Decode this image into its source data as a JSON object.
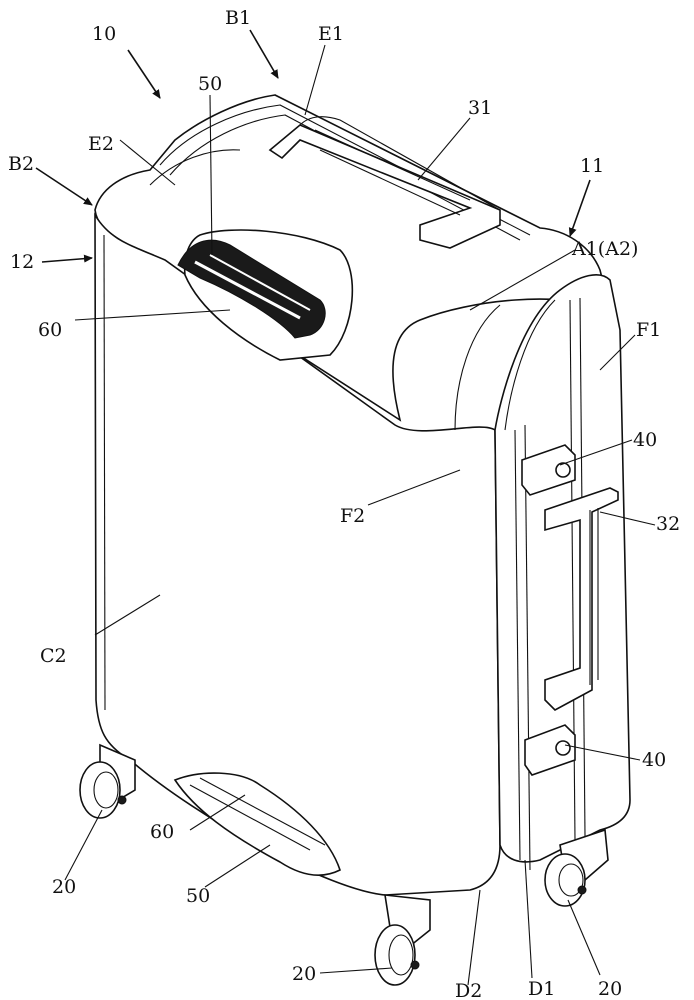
{
  "labels": {
    "l10": "10",
    "lB1": "B1",
    "lE1": "E1",
    "l50top": "50",
    "l31": "31",
    "lE2": "E2",
    "lB2": "B2",
    "l11": "11",
    "l12": "12",
    "lA1A2": "A1(A2)",
    "l60top": "60",
    "lF1": "F1",
    "l40top": "40",
    "lF2": "F2",
    "l32": "32",
    "lC2": "C2",
    "l40bot": "40",
    "l60bot": "60",
    "l20left": "20",
    "l50bot": "50",
    "lD1": "D1",
    "l20right": "20",
    "lD2": "D2",
    "l20bottom": "20"
  }
}
